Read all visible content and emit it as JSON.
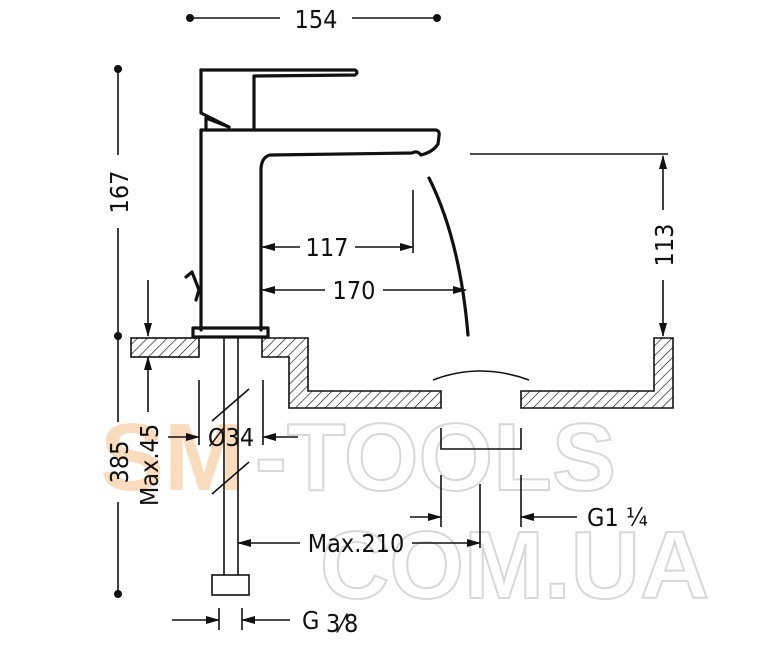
{
  "drawing": {
    "dimensions": {
      "overall_width": "154",
      "faucet_height": "167",
      "spout_reach": "117",
      "stream_reach": "170",
      "spout_clearance": "113",
      "flex_hose_length": "385",
      "max_counter_thickness": "Max.45",
      "hole_diameter": "Ø34",
      "max_drain_distance": "Max.210",
      "drain_thread": "G1",
      "drain_thread_fraction": "¼",
      "supply_thread": "G",
      "supply_thread_fraction": "3⁄8"
    },
    "watermark": {
      "line1_accent": "SM",
      "line1_rest": "-TOOLS",
      "line2": "COM.UA"
    },
    "colors": {
      "line": "#111111",
      "watermark_accent": "#f9d7b3",
      "watermark_outline": "#d8d8d8"
    }
  }
}
